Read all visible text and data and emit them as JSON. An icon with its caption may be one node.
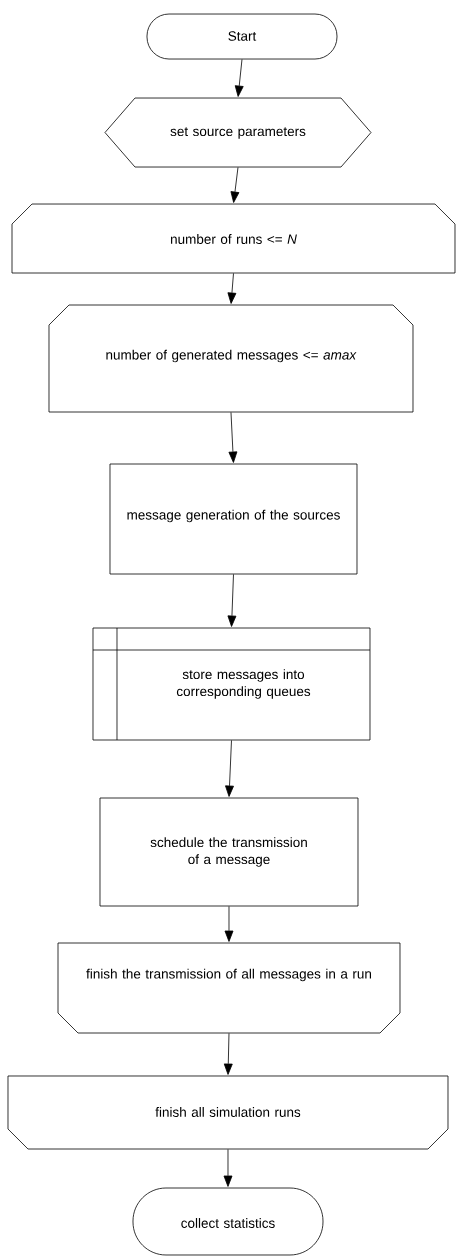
{
  "diagram": {
    "nodes": [
      {
        "text": [
          "Start"
        ]
      },
      {
        "text": [
          "set source parameters"
        ]
      },
      {
        "text": [
          "number of runs <= *N*"
        ]
      },
      {
        "text": [
          "number of generated messages <= *amax*"
        ]
      },
      {
        "text": [
          "message generation of the sources"
        ]
      },
      {
        "text": [
          "store messages into corresponding queues"
        ]
      },
      {
        "text": [
          "schedule the transmission of a message"
        ]
      },
      {
        "text": [
          "finish the transmission of all messages in a run"
        ]
      },
      {
        "text": [
          "finish all simulation runs"
        ]
      },
      {
        "text": [
          "collect statistics"
        ]
      }
    ],
    "edges": [
      {
        "from": 0,
        "to": 1,
        "arrow": "to"
      },
      {
        "from": 1,
        "to": 2,
        "arrow": "to"
      },
      {
        "from": 2,
        "to": 3,
        "arrow": "to"
      },
      {
        "from": 3,
        "to": 4,
        "arrow": "to"
      },
      {
        "from": 4,
        "to": 5,
        "arrow": "to"
      },
      {
        "from": 5,
        "to": 6,
        "arrow": "to"
      },
      {
        "from": 6,
        "to": 7,
        "arrow": "to"
      },
      {
        "from": 7,
        "to": 8,
        "arrow": "to"
      },
      {
        "from": 8,
        "to": 9,
        "arrow": "to"
      }
    ]
  }
}
